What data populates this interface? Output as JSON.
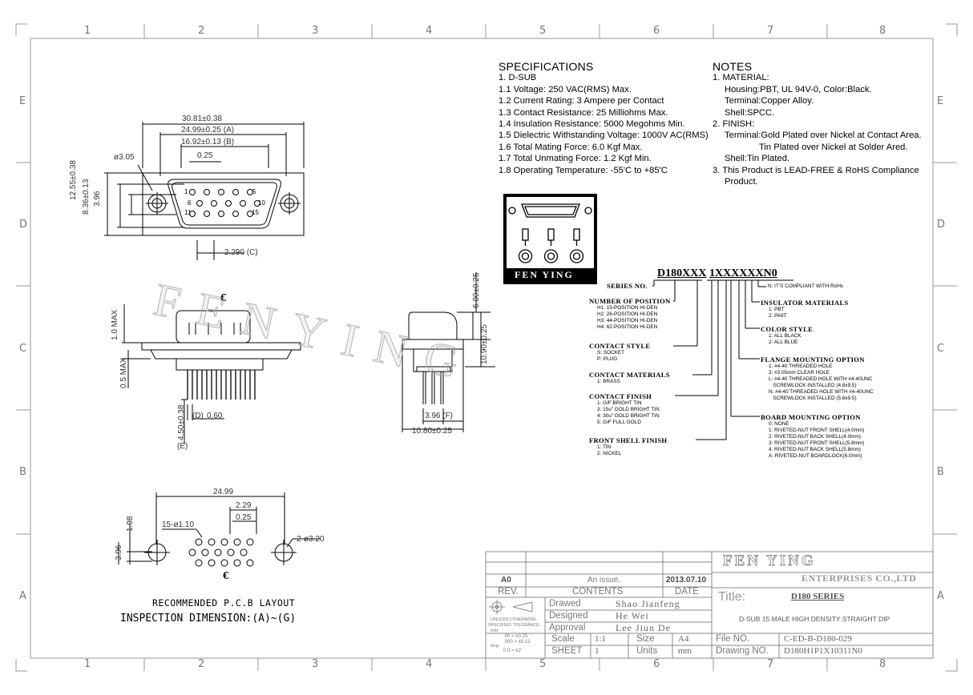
{
  "grid": {
    "columns": [
      "1",
      "2",
      "3",
      "4",
      "5",
      "6",
      "7",
      "8"
    ],
    "rows": [
      "E",
      "D",
      "C",
      "B",
      "A"
    ]
  },
  "specifications": {
    "title": "SPECIFICATIONS",
    "lines": [
      "1. D-SUB",
      "1.1 Voltage: 250 VAC(RMS) Max.",
      "1.2 Current Rating: 3 Ampere per Contact",
      "1.3 Contact Resistance: 25 Milliohms Max.",
      "1.4 Insulation Resistance: 5000 Megohms Min.",
      "1.5 Dielectric Withstanding Voltage: 1000V AC(RMS)",
      "1.6 Total Mating Force: 6.0 Kgf Max.",
      "1.7 Total Unmating Force: 1.2 Kgf Min.",
      "1.8 Operating Temperature: -55'C to +85'C"
    ]
  },
  "notes": {
    "title": "NOTES",
    "lines": [
      "1. MATERIAL:",
      "Housing:PBT, UL 94V-0, Color:Black.",
      "Terminal:Copper Alloy.",
      "Shell:SPCC.",
      "2. FINISH:",
      "Terminal:Gold Plated over Nickel at Contact Area.",
      "Tin Plated over Nickel at Solder Ared.",
      "Shell:Tin Plated.",
      "3. This Product is LEAD-FREE & RoHS Compliance",
      "Product."
    ]
  },
  "logo": {
    "text": "FEN YING"
  },
  "watermark": "FENYING",
  "part_number": {
    "prefix": "D180XXX",
    "suffix": "1XXXXXXN0",
    "series_label": "SERIES NO.",
    "groups": [
      {
        "title": "NUMBER OF POSITION",
        "items": [
          "H1: 15-POSITION HI-DEN",
          "H2: 26-POSITION HI-DEN",
          "H3: 44-POSITION HI-DEN",
          "H4: 62-POSITION HI-DEN"
        ]
      },
      {
        "title": "CONTACT STYLE",
        "items": [
          "S: SOCKET",
          "P: PLUG"
        ]
      },
      {
        "title": "CONTACT MATERIALS",
        "items": [
          "1: BRASS"
        ]
      },
      {
        "title": "CONTACT FINISH",
        "items": [
          "1: G/F BRIGHT TIN",
          "3: 15u\" GOLD BRIGHT TIN",
          "4: 30u\" GOLD BRIGHT TIN",
          "5: G/F FULL GOLD"
        ]
      },
      {
        "title": "FRONT SHELL FINISH",
        "items": [
          "1: TIN",
          "2: NICKEL"
        ]
      }
    ],
    "right_groups": [
      {
        "title": "N: IT'S COMPLIANT WITH RoHs",
        "items": []
      },
      {
        "title": "INSULATOR MATERIALS",
        "items": [
          "1: PBT",
          "2: PA9T"
        ]
      },
      {
        "title": "COLOR STYLE",
        "items": [
          "1: ALL BLACK",
          "2: ALL BLUE"
        ]
      },
      {
        "title": "FLANGE MOUNTING OPTION",
        "items": [
          "1: #4-40 THREADED HOLE",
          "3: #3.05mm CLEAR HOLE",
          "L: #4-40 THREADED HOLE WITH #4-40UNC",
          "   SCREWLOCK INSTALLED (4.8x9.5)",
          "N: #4-40 THREADED HOLE WITH #4-40UNC",
          "   SCREWLOCK INSTALLED (5.8x9.5)"
        ]
      },
      {
        "title": "BOARD MOUNTING OPTION",
        "items": [
          "0: NONE",
          "1: RIVETED-NUT FRONT SHELL(4.0mm)",
          "2: RIVETED-NUT BACK SHELL(4.0mm)",
          "3: RIVETED-NUT FRONT SHELL(5.8mm)",
          "4: RIVETED-NUT BACK SHELL(5.8mm)",
          "A: RIVETED-NUT BOARDLOCK(6.0mm)"
        ]
      }
    ]
  },
  "front_view_dims": {
    "d1": "30.81±0.38",
    "d2": "24.99±0.25 (A)",
    "d3": "16.92±0.13 (B)",
    "d4": "0.25",
    "hole": "ø3.05",
    "v1": "12.55±0.38",
    "v2": "8.36±0.13",
    "v3": "3.96",
    "pin1": "1",
    "pin5": "5",
    "pin6": "6",
    "pin10": "10",
    "pin11": "11",
    "pin15": "15",
    "c": "2.290 (C)"
  },
  "side_view_dims": {
    "max1": "1.0 MAX",
    "max2": "0.5 MAX",
    "d": "(D)",
    "d_val": "0.60",
    "e_val": "4.50±0.38",
    "e": "(E)"
  },
  "end_view_dims": {
    "h1": "6.00±0.25",
    "h2": "10.90±0.25",
    "f": "3.96 (F)",
    "w": "10.80±0.25"
  },
  "pcb_dims": {
    "w": "24.99",
    "p1": "2.29",
    "p2": "0.25",
    "holes": "15-ø1.10",
    "mount": "2-ø3.20",
    "v1": "1.98",
    "v2": "3.96"
  },
  "pcb_caption": "RECOMMENDED P.C.B LAYOUT",
  "inspection": "INSPECTION DIMENSION:(A)~(G)",
  "title_block": {
    "rev": "A0",
    "rev_desc": "An issue.",
    "rev_date": "2013.07.10",
    "hdr_rev": "REV.",
    "hdr_contents": "CONTENTS",
    "hdr_date": "DATE",
    "drawed_label": "Drawed",
    "drawed": "Shao Jianfeng",
    "designed_label": "Designed",
    "designed": "He Wei",
    "approval_label": "Approval",
    "approval": "Lee Jiun De",
    "scale_label": "Scale",
    "scale": "1:1",
    "size_label": "Size",
    "size": "A4",
    "sheet_label": "SHEET",
    "sheet": "1",
    "units_label": "Units",
    "units": "mm",
    "tol1": "UNLESS OTHERWISE",
    "tol2": "SPECIFIED TOLERANCE",
    "tol3": "mm:",
    "tol4": ".00 = ±0.25",
    "tol5": ".000 = ±0.13",
    "tol6": "Ang:",
    "tol7": "0.0 = ±2'",
    "company": "FEN YING",
    "company_sub": "ENTERPRISES CO.,LTD",
    "title_label": "Title:",
    "title": "D180 SERIES",
    "description": "D-SUB 15 MALE HIGH DENSITY STRAIGHT DIP",
    "file_label": "File NO.",
    "file": "C-ED-B-D180-029",
    "drawing_label": "Drawing NO.",
    "drawing": "D180H1P1X10311N0"
  }
}
